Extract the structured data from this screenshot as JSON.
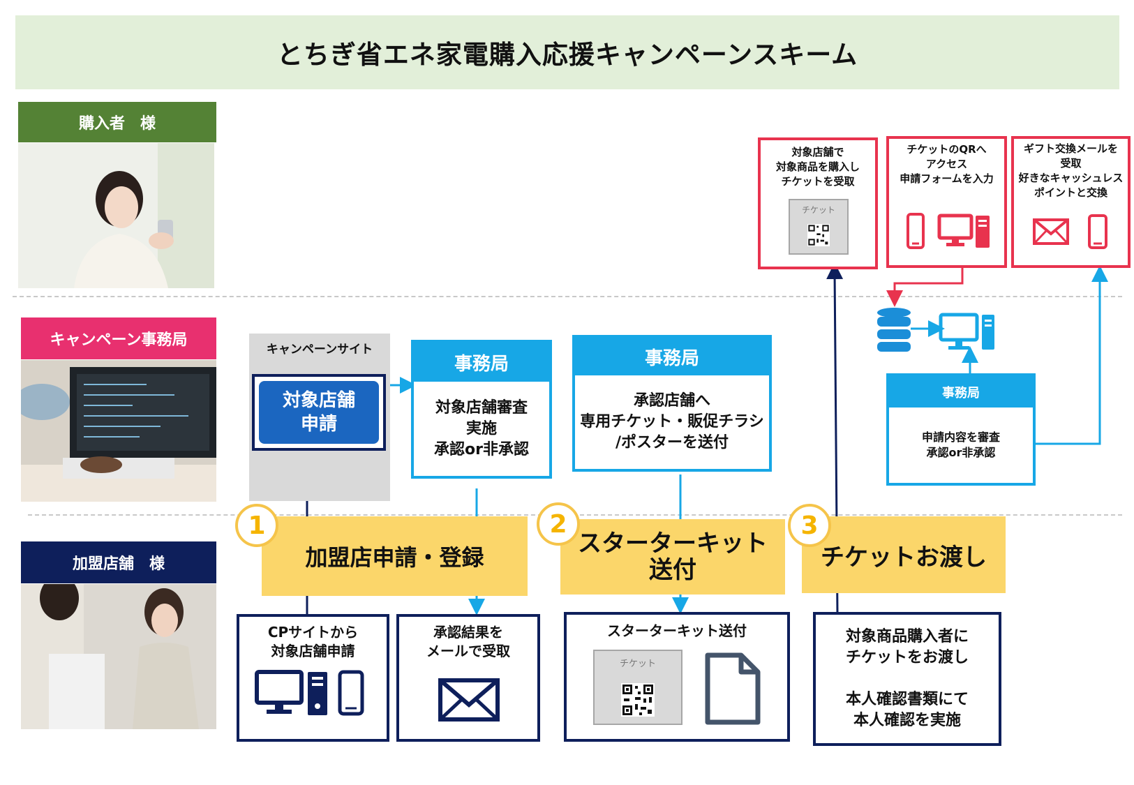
{
  "title": "とちぎ省エネ家電購入応援キャンペーンスキーム",
  "roles": {
    "buyer": "購入者　様",
    "office": "キャンペーン事務局",
    "store": "加盟店舗　様"
  },
  "campaign_site": {
    "label": "キャンペーンサイト",
    "button": "対象店舗\n申請"
  },
  "office_review": {
    "head": "事務局",
    "body": "対象店舗審査\n実施\n承認or非承認"
  },
  "office_send": {
    "head": "事務局",
    "body": "承認店舗へ\n専用チケット・販促チラシ\n/ポスターを送付"
  },
  "office_app": {
    "head": "事務局",
    "body": "申請内容を審査\n承認or非承認"
  },
  "steps": [
    {
      "num": "1",
      "label": "加盟店申請・登録"
    },
    {
      "num": "2",
      "label": "スターターキット\n送付"
    },
    {
      "num": "3",
      "label": "チケットお渡し"
    }
  ],
  "store_boxes": {
    "apply": "CPサイトから\n対象店舗申請",
    "mail": "承認結果を\nメールで受取",
    "kit": "スターターキット送付",
    "handover": "対象商品購入者に\nチケットをお渡し\n\n本人確認書類にて\n本人確認を実施"
  },
  "buyer_boxes": {
    "buy": "対象店舗で\n対象商品を購入し\nチケットを受取",
    "qr": "チケットのQRへ\nアクセス\n申請フォームを入力",
    "gift": "ギフト交換メールを\n受取\n好きなキャッシュレス\nポイントと交換"
  },
  "ticket_label": "チケット",
  "colors": {
    "buyer_green": "#548235",
    "office_pink": "#e8306f",
    "store_navy": "#0e1f5b",
    "cyan": "#17a7e6",
    "red": "#e8334e",
    "yellow": "#fbd66a",
    "title_bg": "#e2efd9"
  },
  "icons": [
    "smartphone-icon",
    "monitor-icon",
    "pc-tower-icon",
    "mail-icon",
    "document-icon",
    "qr-code-icon",
    "database-icon"
  ]
}
